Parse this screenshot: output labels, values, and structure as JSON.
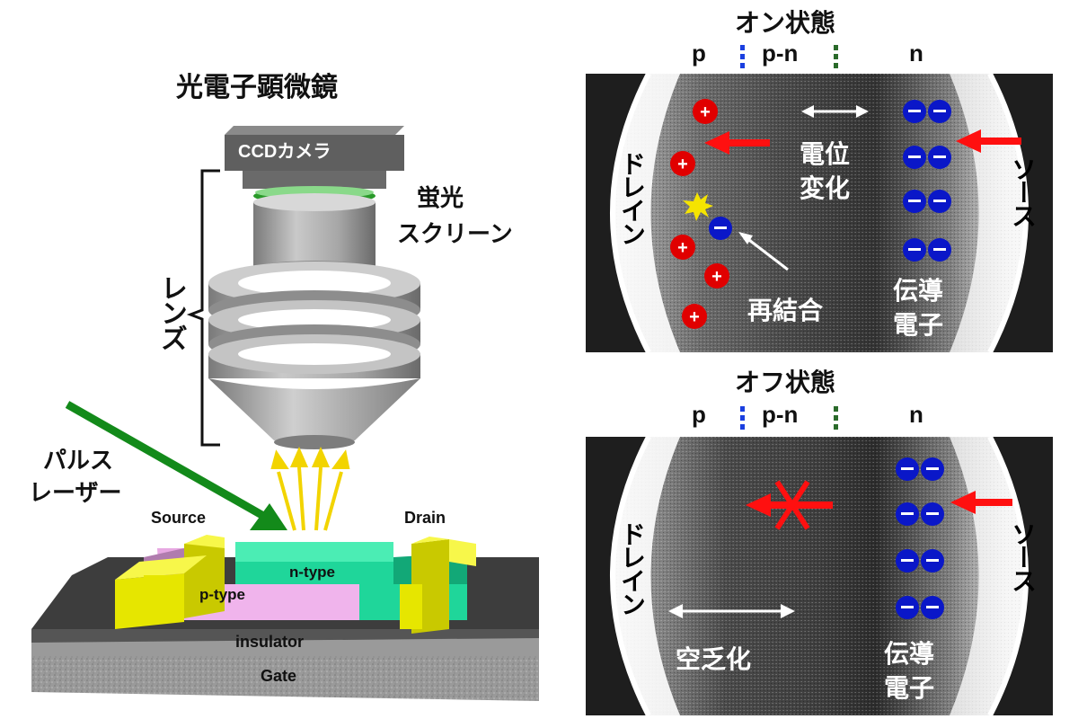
{
  "microscope": {
    "title": "光電子顕微鏡",
    "camera": "CCDカメラ",
    "screen_line1": "蛍光",
    "screen_line2": "スクリーン",
    "lens": "レンズ",
    "laser_line1": "パルス",
    "laser_line2": "レーザー"
  },
  "device": {
    "source": "Source",
    "drain": "Drain",
    "n_type": "n-type",
    "p_type": "p-type",
    "insulator": "insulator",
    "gate": "Gate"
  },
  "on_state": {
    "title": "オン状態",
    "region_p": "p",
    "region_pn": "p-n",
    "region_n": "n",
    "drain": "ドレイン",
    "source": "ソース",
    "potential_line1": "電位",
    "potential_line2": "変化",
    "recombination": "再結合",
    "conduction_line1": "伝導",
    "conduction_line2": "電子"
  },
  "off_state": {
    "title": "オフ状態",
    "region_p": "p",
    "region_pn": "p-n",
    "region_n": "n",
    "drain": "ドレイン",
    "source": "ソース",
    "depletion": "空乏化",
    "conduction_line1": "伝導",
    "conduction_line2": "電子"
  },
  "colors": {
    "hole": "#e00000",
    "electron": "#0a17c8",
    "arrow_red": "#ff1010",
    "laser": "#138a1a",
    "photoelectron": "#f2d400",
    "electrode": "#e6e600",
    "n_type": "#1fd69a",
    "p_type": "#f0b4ec"
  }
}
